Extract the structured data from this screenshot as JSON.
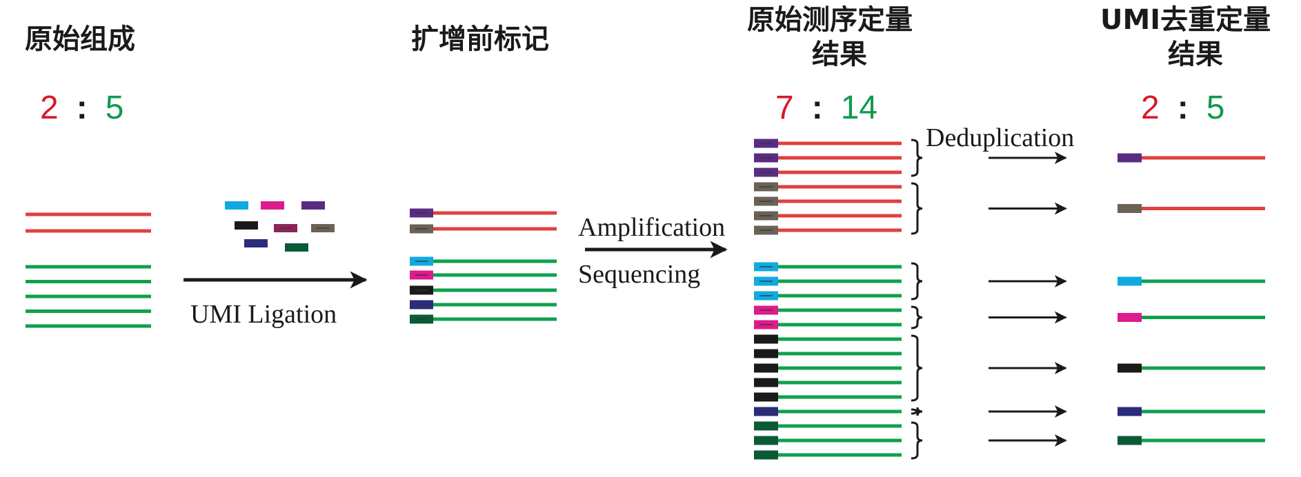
{
  "titles": {
    "original": "原始组成",
    "prelabel": "扩增前标记",
    "raw_line1": "原始测序定量",
    "raw_line2": "结果",
    "umi_line1": "UMI去重定量",
    "umi_line2": "结果"
  },
  "ratios": {
    "original": {
      "red": "2",
      "green": "5"
    },
    "raw": {
      "red": "7",
      "green": "14"
    },
    "dedup": {
      "red": "2",
      "green": "5"
    }
  },
  "colon": ":",
  "captions": {
    "umi_ligation": "UMI Ligation",
    "amplification": "Amplification",
    "sequencing": "Sequencing",
    "deduplication": "Deduplication"
  },
  "colors": {
    "red_strand": "#e0403d",
    "green_strand": "#0fa04f",
    "red_text": "#d7192a",
    "green_text": "#119a4d",
    "umi_purple": "#5b2c83",
    "umi_gray": "#6a6157",
    "umi_cyan": "#12a9e1",
    "umi_magenta": "#df1a8c",
    "umi_black": "#1a1a1a",
    "umi_navy": "#2a2d7c",
    "umi_darkgreen": "#0b5a36",
    "umi_maroon": "#8e2457"
  },
  "umi_pool": [
    "cyan",
    "magenta",
    "purple",
    "black",
    "maroon",
    "gray",
    "navy",
    "darkgreen"
  ],
  "labeled_molecules": [
    {
      "umi": "purple",
      "strand": "red"
    },
    {
      "umi": "gray",
      "strand": "red"
    },
    {
      "umi": "cyan",
      "strand": "green"
    },
    {
      "umi": "magenta",
      "strand": "green"
    },
    {
      "umi": "black",
      "strand": "green"
    },
    {
      "umi": "navy",
      "strand": "green"
    },
    {
      "umi": "darkgreen",
      "strand": "green"
    }
  ],
  "read_groups": [
    {
      "umi": "purple",
      "strand": "red",
      "reads": 3
    },
    {
      "umi": "gray",
      "strand": "red",
      "reads": 4
    },
    {
      "umi": "cyan",
      "strand": "green",
      "reads": 3
    },
    {
      "umi": "magenta",
      "strand": "green",
      "reads": 2
    },
    {
      "umi": "black",
      "strand": "green",
      "reads": 5
    },
    {
      "umi": "navy",
      "strand": "green",
      "reads": 1
    },
    {
      "umi": "darkgreen",
      "strand": "green",
      "reads": 3
    }
  ]
}
